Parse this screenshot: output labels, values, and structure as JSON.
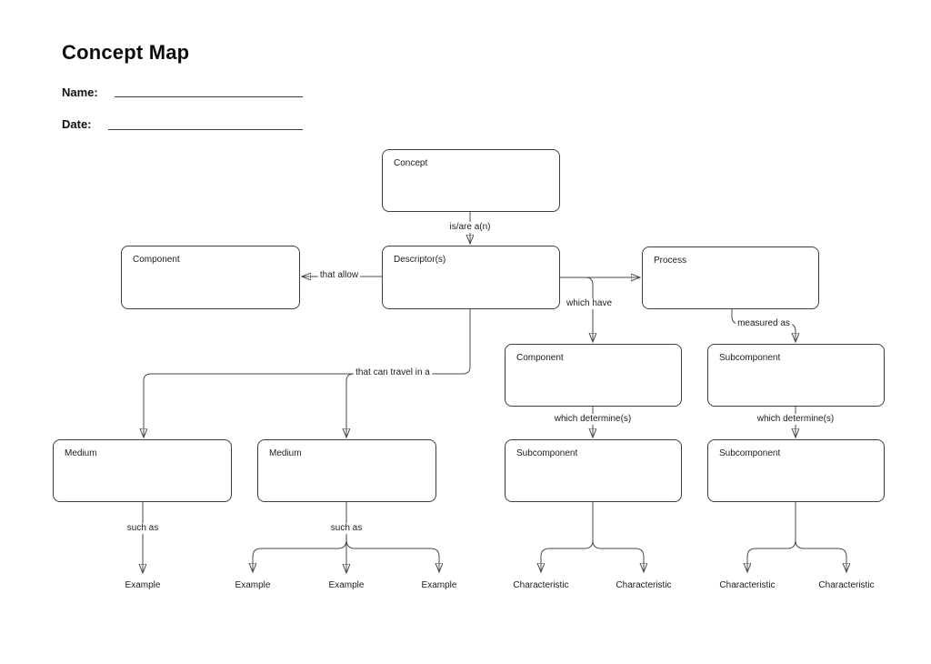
{
  "header": {
    "title": "Concept Map",
    "name_label": "Name:",
    "date_label": "Date:"
  },
  "colors": {
    "background": "#ffffff",
    "box_border": "#3f3f3f",
    "line": "#4a4a4a",
    "arrowhead": "#141414",
    "text": "#1c1c1c"
  },
  "nodes": {
    "concept": {
      "label": "Concept"
    },
    "component_left": {
      "label": "Component"
    },
    "descriptors": {
      "label": "Descriptor(s)"
    },
    "process": {
      "label": "Process"
    },
    "component_mid": {
      "label": "Component"
    },
    "subcomponent_top_right": {
      "label": "Subcomponent"
    },
    "medium_1": {
      "label": "Medium"
    },
    "medium_2": {
      "label": "Medium"
    },
    "subcomponent_mid": {
      "label": "Subcomponent"
    },
    "subcomponent_right": {
      "label": "Subcomponent"
    }
  },
  "edge_labels": {
    "is_are": "is/are a(n)",
    "that_allow": "that allow",
    "which_have": "which have",
    "measured_as": "measured as",
    "travel": "that can travel in a",
    "determine_mid": "which determine(s)",
    "determine_right": "which determine(s)",
    "such_as_1": "such as",
    "such_as_2": "such as"
  },
  "leaves": {
    "example_1": "Example",
    "example_2": "Example",
    "example_3": "Example",
    "example_4": "Example",
    "characteristic_1": "Characteristic",
    "characteristic_2": "Characteristic",
    "characteristic_3": "Characteristic",
    "characteristic_4": "Characteristic"
  }
}
